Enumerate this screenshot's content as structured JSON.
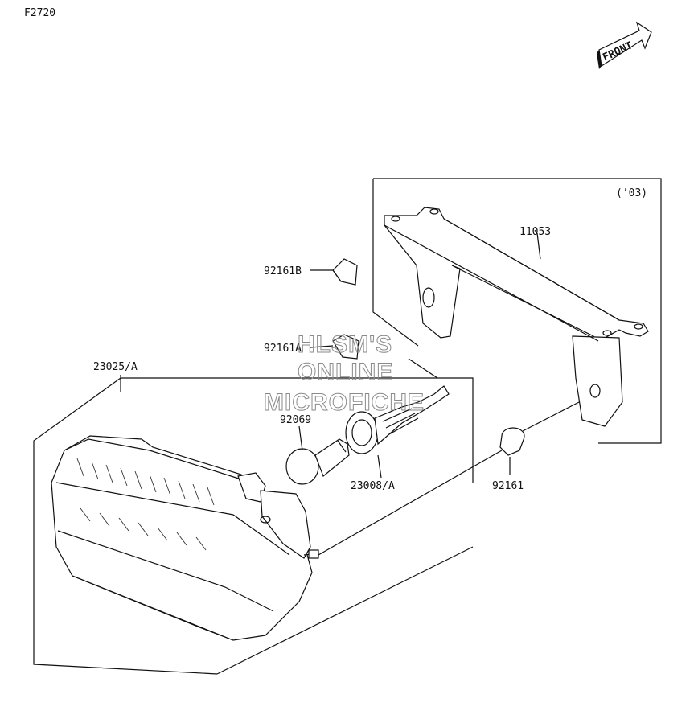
{
  "figure_code": "F2720",
  "direction_label": "FRONT",
  "year_note": "(’03)",
  "parts": {
    "bracket": "11053",
    "pad_b": "92161B",
    "pad_a": "92161A",
    "bulb": "92069",
    "socket": "23008/A",
    "grommet": "92161",
    "lamp_assy": "23025/A"
  },
  "watermark": {
    "line1": "HLSM'S",
    "line2": "ONLINE",
    "line3": "MICROFICHE"
  }
}
